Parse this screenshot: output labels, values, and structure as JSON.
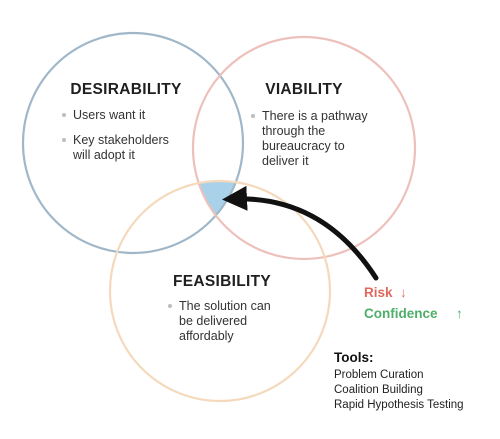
{
  "colors": {
    "desirability": "#9fb7c9",
    "viability": "#eec0bb",
    "feasibility": "#f5d9bd",
    "overlap": "#a9d1ea",
    "risk": "#e0695d",
    "confidence": "#4fae6a",
    "arrow": "#111111"
  },
  "desirability": {
    "title": "DESIRABILITY",
    "bullets": [
      [
        "Users want it"
      ],
      [
        "Key stakeholders",
        "will adopt it"
      ]
    ]
  },
  "viability": {
    "title": "VIABILITY",
    "bullets": [
      [
        "There is a pathway",
        "through the",
        "bureaucracy to",
        "deliver it"
      ]
    ]
  },
  "feasibility": {
    "title": "FEASIBILITY",
    "bullets": [
      [
        "The solution can",
        "be delivered",
        "affordably"
      ]
    ]
  },
  "indicators": {
    "risk_label": "Risk",
    "risk_arrow": "↓",
    "confidence_label": "Confidence",
    "confidence_arrow": "↑"
  },
  "tools": {
    "title": "Tools:",
    "items": [
      "Problem Curation",
      "Coalition Building",
      "Rapid Hypothesis Testing"
    ]
  }
}
